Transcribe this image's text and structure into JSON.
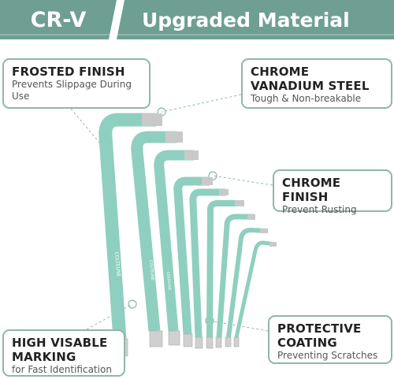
{
  "banner": {
    "left_label": "CR-V",
    "right_label": "Upgraded Material",
    "color": "#6e9f92"
  },
  "callouts": {
    "frosted": {
      "title": "FROSTED FINISH",
      "desc": "Prevents Slippage During Use"
    },
    "chrome_vanadium": {
      "title": "CHROME VANADIUM STEEL",
      "desc": "Tough & Non-breakable"
    },
    "chrome_finish": {
      "title": "CHROME FINISH",
      "desc": "Prevent Rusting"
    },
    "marking": {
      "title": "HIGH VISABLE MARKING",
      "desc": "for Fast Identification"
    },
    "protective": {
      "title": "PROTECTIVE COATING",
      "desc": "Preventing Scratches"
    }
  },
  "colors": {
    "wrench": "#8fcfbf",
    "wrench_edge": "#6fa89a",
    "chrome": "#c9c9c9",
    "callout_border": "#8fb7ab"
  },
  "wrench_brand": "COLTEUNE",
  "wrench_count": 9
}
